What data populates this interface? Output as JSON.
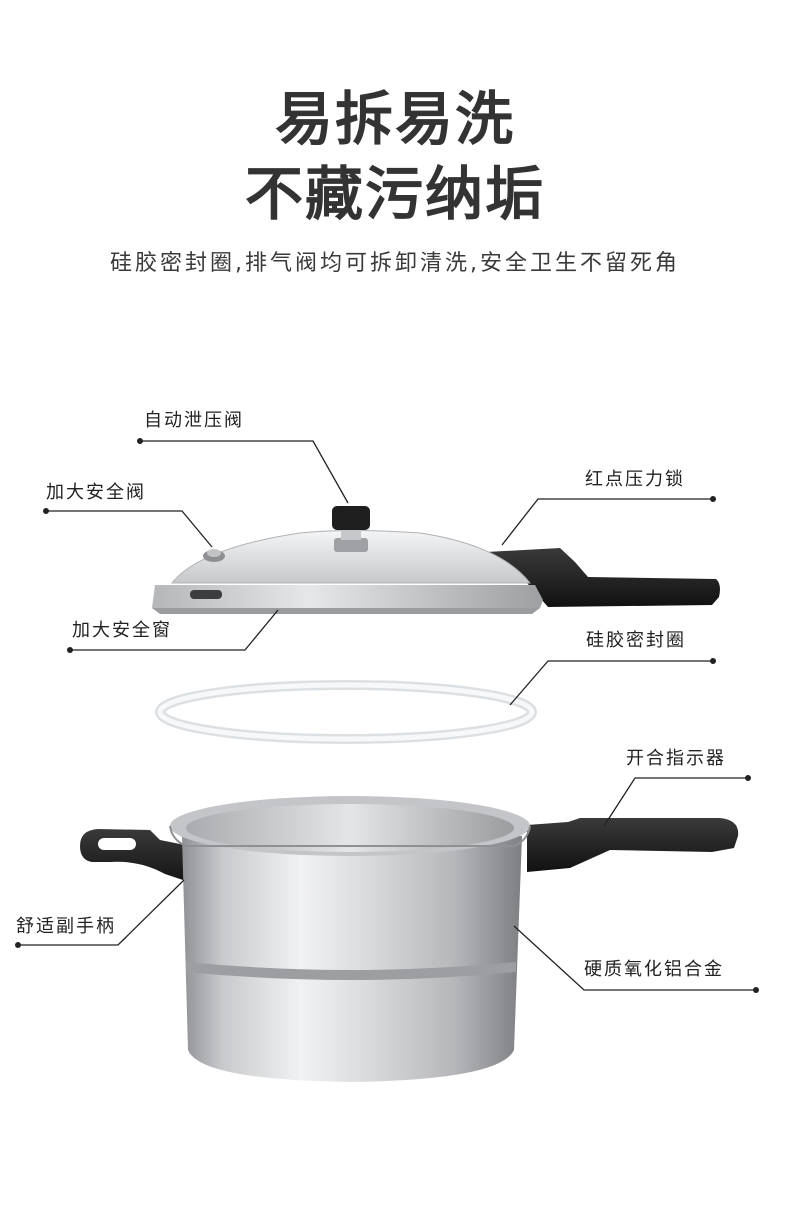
{
  "heading": {
    "line1": "易拆易洗",
    "line2": "不藏污纳垢",
    "subtitle": "硅胶密封圈,排气阀均可拆卸清洗,安全卫生不留死角"
  },
  "callouts": {
    "auto_valve": "自动泄压阀",
    "safety_valve": "加大安全阀",
    "pressure_lock": "红点压力锁",
    "safety_window": "加大安全窗",
    "seal_ring": "硅胶密封圈",
    "indicator": "开合指示器",
    "side_handle": "舒适副手柄",
    "material": "硬质氧化铝合金"
  },
  "colors": {
    "text": "#333333",
    "handle": "#1c1c1c",
    "aluminum": "#c8c9cc",
    "seal": "#f2f4f6"
  },
  "icons": {
    "lid": "pressure-cooker-lid-illustration",
    "ring": "silicone-seal-ring-illustration",
    "pot": "pressure-cooker-pot-illustration"
  }
}
